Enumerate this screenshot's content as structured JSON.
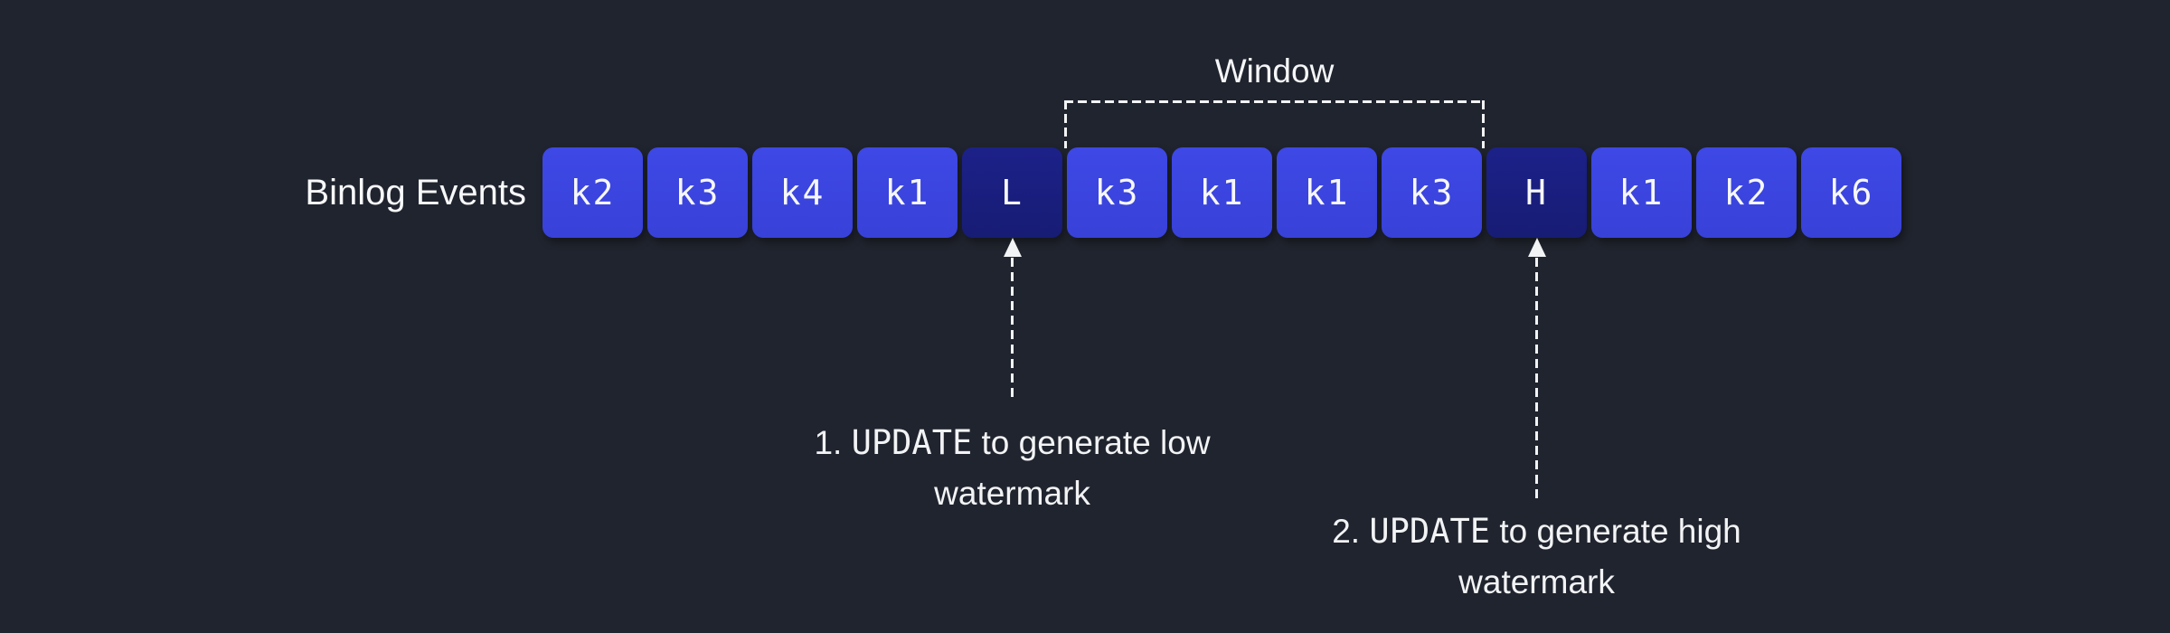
{
  "diagram": {
    "row_label": "Binlog Events",
    "window_label": "Window",
    "boxes": [
      {
        "label": "k2",
        "type": "normal"
      },
      {
        "label": "k3",
        "type": "normal"
      },
      {
        "label": "k4",
        "type": "normal"
      },
      {
        "label": "k1",
        "type": "normal"
      },
      {
        "label": "L",
        "type": "watermark"
      },
      {
        "label": "k3",
        "type": "normal"
      },
      {
        "label": "k1",
        "type": "normal"
      },
      {
        "label": "k1",
        "type": "normal"
      },
      {
        "label": "k3",
        "type": "normal"
      },
      {
        "label": "H",
        "type": "watermark"
      },
      {
        "label": "k1",
        "type": "normal"
      },
      {
        "label": "k2",
        "type": "normal"
      },
      {
        "label": "k6",
        "type": "normal"
      }
    ],
    "window": {
      "start_index": 5,
      "end_index": 8
    },
    "annotations": [
      {
        "number": "1.",
        "keyword": "UPDATE",
        "rest": "to generate low watermark",
        "target_index": 4
      },
      {
        "number": "2.",
        "keyword": "UPDATE",
        "rest": "to generate high watermark",
        "target_index": 9
      }
    ],
    "colors": {
      "background": "#20242e",
      "event_box": "#3a43dd",
      "watermark_box": "#1a1f80",
      "text": "#f2f3f5"
    }
  }
}
